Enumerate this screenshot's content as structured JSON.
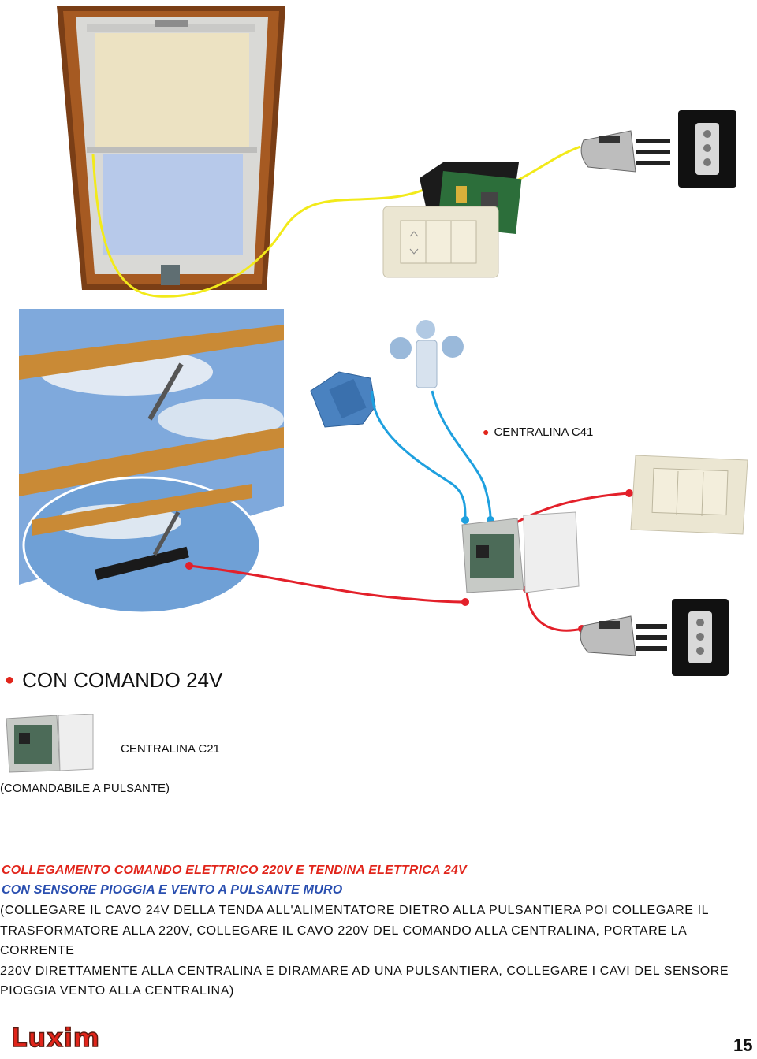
{
  "labels": {
    "centralina_c41": "CENTRALINA C41",
    "section_heading": "CON COMANDO 24V",
    "centralina_c21": "CENTRALINA C21",
    "comandabile": "(COMANDABILE A PULSANTE)"
  },
  "title": {
    "line1": "COLLEGAMENTO COMANDO ELETTRICO 220V E TENDINA ELETTRICA 24V",
    "line2": "CON SENSORE PIOGGIA E VENTO A PULSANTE MURO"
  },
  "instructions": [
    "(COLLEGARE IL CAVO 24V DELLA TENDA ALL'ALIMENTATORE DIETRO ALLA PULSANTIERA POI COLLEGARE IL",
    "TRASFORMATORE ALLA 220V, COLLEGARE IL CAVO 220V DEL COMANDO ALLA CENTRALINA, PORTARE LA CORRENTE",
    "220V DIRETTAMENTE ALLA CENTRALINA E DIRAMARE AD UNA PULSANTIERA, COLLEGARE I CAVI DEL SENSORE",
    "PIOGGIA VENTO ALLA CENTRALINA)"
  ],
  "footer": {
    "logo": "Luxim",
    "page_number": "15"
  },
  "colors": {
    "wire_yellow": "#f2ea1a",
    "wire_red": "#e3202a",
    "wire_blue": "#1ea0df",
    "accent_red": "#e1251b"
  },
  "icons": {
    "bullet": "bullet-dot-icon",
    "plug": "power-plug-icon",
    "socket": "wall-socket-icon",
    "switch": "wall-switch-icon",
    "sensor": "rain-wind-sensor-icon"
  }
}
